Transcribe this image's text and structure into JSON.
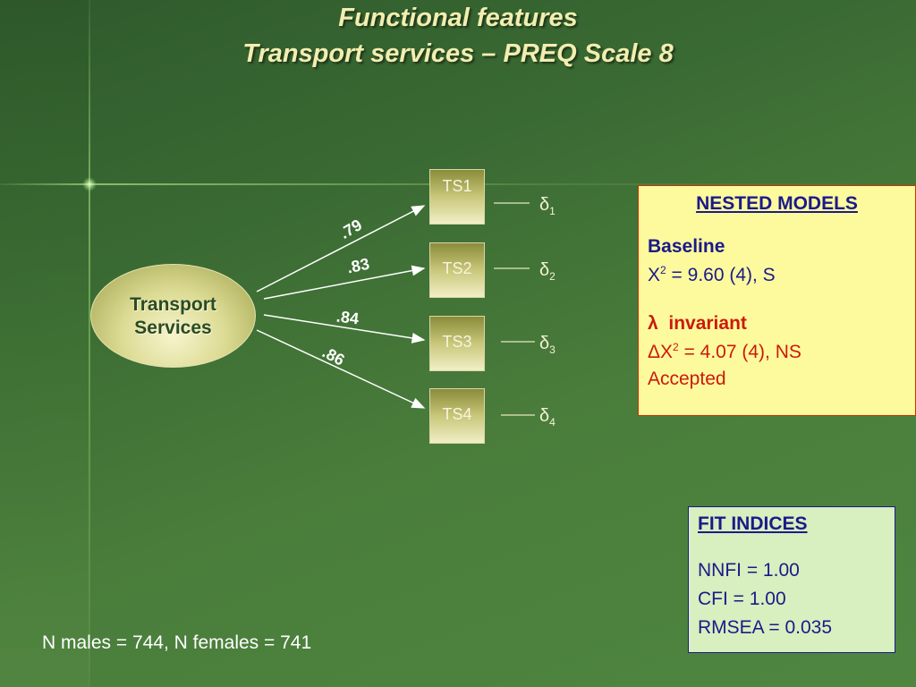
{
  "title": {
    "line1": "Functional  features",
    "line2": "Transport services – PREQ Scale 8"
  },
  "latent": {
    "line1": "Transport",
    "line2": "Services"
  },
  "indicators": [
    "TS1",
    "TS2",
    "TS3",
    "TS4"
  ],
  "errors": [
    {
      "symbol": "δ",
      "sub": "1"
    },
    {
      "symbol": "δ",
      "sub": "2"
    },
    {
      "symbol": "δ",
      "sub": "3"
    },
    {
      "symbol": "δ",
      "sub": "4"
    }
  ],
  "loadings": [
    ".79",
    ".83",
    ".84",
    ".86"
  ],
  "nested_models": {
    "heading": "NESTED MODELS",
    "baseline_label": "Baseline",
    "baseline_stat_prefix": "X",
    "baseline_stat_sup": "2",
    "baseline_stat_rest": " = 9.60 (4), S",
    "lambda_symbol": "λ",
    "invariant_label": "invariant",
    "delta_stat_prefix": "ΔX",
    "delta_stat_sup": "2",
    "delta_stat_rest": " = 4.07 (4), NS",
    "accepted": "Accepted"
  },
  "fit_indices": {
    "heading": "FIT INDICES",
    "nnfi": "NNFI = 1.00",
    "cfi": "CFI = 1.00",
    "rmsea": "RMSEA = 0.035"
  },
  "footer": "N males = 744, N females = 741",
  "colors": {
    "title": "#f2eeb0",
    "nested_bg": "#fdfa9e",
    "nested_border": "#cc3300",
    "fit_bg": "#d8efbf",
    "text_blue": "#1a1a8a",
    "text_red": "#cc1a0a"
  }
}
